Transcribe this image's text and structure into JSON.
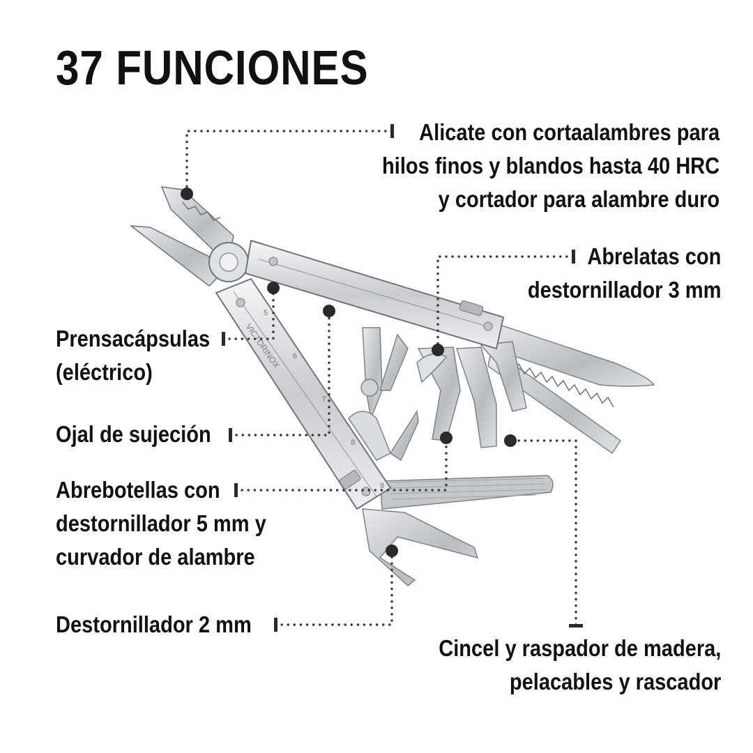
{
  "title": "37 FUNCIONES",
  "callouts": {
    "pliers": {
      "icon": "pliers-icon",
      "lines": [
        "Alicate con cortaalambres para",
        "hilos finos y blandos hasta 40 HRC",
        "y cortador para alambre duro"
      ]
    },
    "can_opener": {
      "icon": "can-opener-icon",
      "lines": [
        "Abrelatas con",
        "destornillador 3 mm"
      ]
    },
    "crimper": {
      "icon": "crimper-icon",
      "lines": [
        "Prensacápsulas",
        "(eléctrico)"
      ]
    },
    "key_ring": {
      "icon": "key-ring-icon",
      "lines": [
        "Ojal de sujeción"
      ]
    },
    "bottle_opener": {
      "icon": "bottle-opener-icon",
      "lines": [
        "Abrebotellas con",
        "destornillador 5 mm y",
        "curvador de alambre"
      ]
    },
    "screwdriver": {
      "icon": "screwdriver-icon",
      "lines": [
        "Destornillador 2 mm"
      ]
    },
    "chisel": {
      "icon": "chisel-icon",
      "lines": [
        "Cincel y raspador de madera,",
        "pelacables y rascador"
      ]
    }
  },
  "brand_engraving": "VICTORINOX",
  "ruler_marks": [
    "5",
    "6",
    "7",
    "8",
    "9"
  ],
  "colors": {
    "text": "#111111",
    "leader": "#3a3a3a",
    "steel_light": "#eef0f2",
    "steel_dark": "#8d9298",
    "background": "#ffffff"
  }
}
